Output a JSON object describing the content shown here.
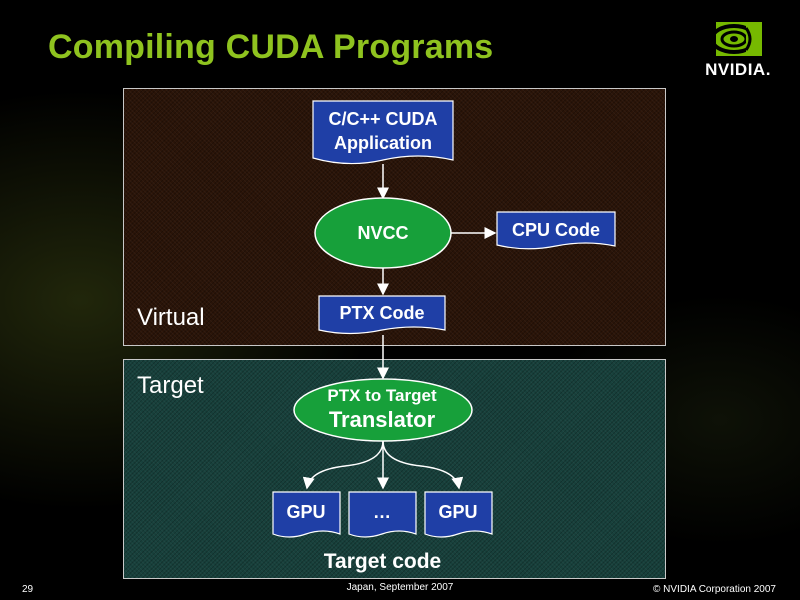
{
  "slide": {
    "title": "Compiling CUDA Programs",
    "logo_text": "NVIDIA."
  },
  "regions": {
    "virtual_label": "Virtual",
    "target_label": "Target"
  },
  "nodes": {
    "app_line1": "C/C++ CUDA",
    "app_line2": "Application",
    "nvcc": "NVCC",
    "cpu_code": "CPU Code",
    "ptx_code": "PTX Code",
    "translator_line1": "PTX to Target",
    "translator_line2": "Translator",
    "gpu1": "GPU",
    "ellipsis": "…",
    "gpu2": "GPU",
    "target_code": "Target code"
  },
  "footer": {
    "page_number": "29",
    "event": "Japan, September 2007",
    "copyright": "© NVIDIA Corporation 2007"
  },
  "colors": {
    "title": "#8fc31f",
    "document_fill": "#1f3fa6",
    "ellipse_fill": "#17a03a",
    "virtual_panel": "#2a1408",
    "target_panel": "#17403b"
  }
}
